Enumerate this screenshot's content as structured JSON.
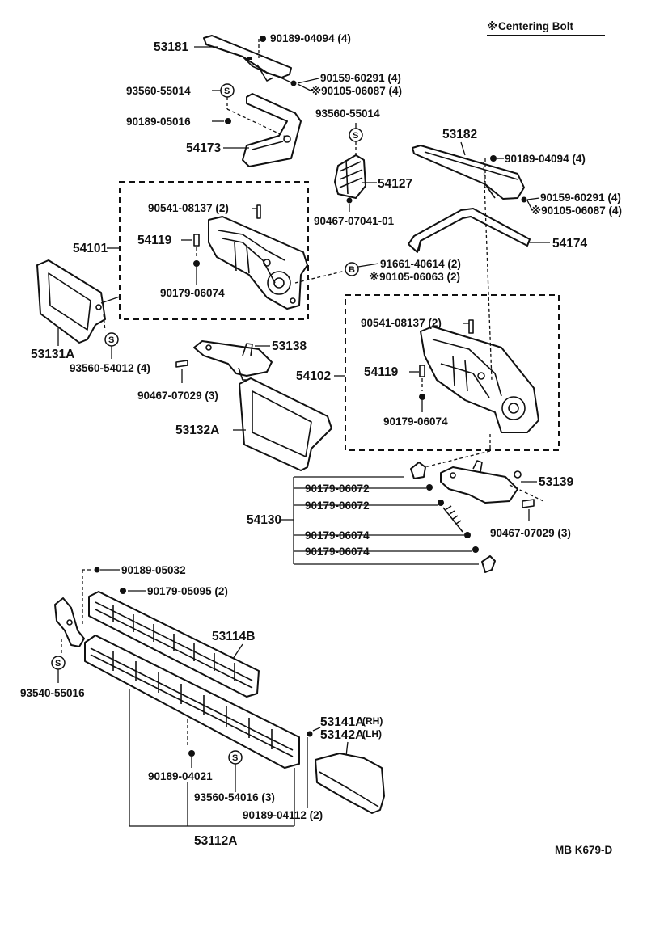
{
  "legend": {
    "symbol": "※",
    "text": "Centering Bolt"
  },
  "ref_code": "MB K679-D",
  "labels": {
    "p53181": "53181",
    "p90189_04094_a": "90189-04094 (4)",
    "p90159_60291_a": "90159-60291 (4)",
    "p90105_06087_a": "※90105-06087 (4)",
    "p93560_55014_a": "93560-55014",
    "p90189_05016": "90189-05016",
    "p54173": "54173",
    "p93560_55014_b": "93560-55014",
    "p53182": "53182",
    "p90189_04094_b": "90189-04094 (4)",
    "p54127": "54127",
    "p90541_08137_a": "90541-08137 (2)",
    "p90467_07041": "90467-07041-01",
    "p90159_60291_b": "90159-60291 (4)",
    "p90105_06087_b": "※90105-06087 (4)",
    "p54101": "54101",
    "p54119_a": "54119",
    "p54174": "54174",
    "p91661_40614": "91661-40614 (2)",
    "p90105_06063": "※90105-06063 (2)",
    "p90179_06074_a": "90179-06074",
    "p90541_08137_b": "90541-08137 (2)",
    "p53131A": "53131A",
    "p53138": "53138",
    "p93560_54012": "93560-54012 (4)",
    "p54102": "54102",
    "p54119_b": "54119",
    "p90467_07029_a": "90467-07029 (3)",
    "p53132A": "53132A",
    "p90179_06074_b": "90179-06074",
    "p90179_06072_a": "90179-06072",
    "p53139": "53139",
    "p90179_06072_b": "90179-06072",
    "p54130": "54130",
    "p90467_07029_b": "90467-07029 (3)",
    "p90179_06074_c": "90179-06074",
    "p90179_06074_d": "90179-06074",
    "p90189_05032": "90189-05032",
    "p90179_05095": "90179-05095 (2)",
    "p53114B": "53114B",
    "p93540_55016": "93540-55016",
    "p53141A": "53141A",
    "p53141A_suffix": "(RH)",
    "p53142A": "53142A",
    "p53142A_suffix": "(LH)",
    "p90189_04021": "90189-04021",
    "p93560_54016": "93560-54016 (3)",
    "p90189_04112": "90189-04112 (2)",
    "p53112A": "53112A"
  },
  "symbols": {
    "s": "S",
    "b": "B"
  }
}
